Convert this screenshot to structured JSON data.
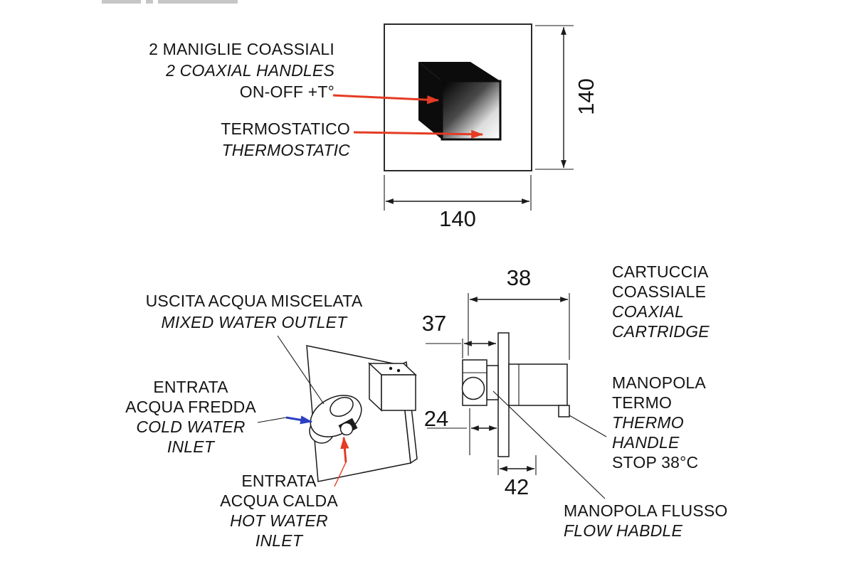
{
  "colors": {
    "ink": "#1a1a1a",
    "arrow_red": "#e53b24",
    "arrow_blue": "#2b3fc4"
  },
  "front_view": {
    "labels": {
      "handles_it": "2 MANIGLIE COASSIALI",
      "handles_en": "2 COAXIAL HANDLES",
      "on_off": "ON-OFF +T°",
      "thermostatic_it": "TERMOSTATICO",
      "thermostatic_en": "THERMOSTATIC"
    },
    "dim_height": "140",
    "dim_width": "140"
  },
  "perspective_view": {
    "labels": {
      "mixed_outlet_it": "USCITA ACQUA MISCELATA",
      "mixed_outlet_en": "MIXED WATER OUTLET",
      "cold_line1": "ENTRATA",
      "cold_line2": "ACQUA FREDDA",
      "cold_line3": "COLD WATER",
      "cold_line4": "INLET",
      "hot_line1": "ENTRATA",
      "hot_line2": "ACQUA CALDA",
      "hot_line3": "HOT WATER",
      "hot_line4": "INLET"
    }
  },
  "side_view": {
    "dims": {
      "width": "38",
      "handle_depth": "37",
      "inner_depth": "24",
      "body_depth": "42"
    },
    "labels": {
      "cartridge_line1": "CARTUCCIA",
      "cartridge_line2": "COASSIALE",
      "cartridge_line3": "COAXIAL",
      "cartridge_line4": "CARTRIDGE",
      "thermo_line1": "MANOPOLA",
      "thermo_line2": "TERMO",
      "thermo_line3": "THERMO",
      "thermo_line4": "HANDLE",
      "thermo_line5": "STOP 38°C",
      "flow_line1": "MANOPOLA FLUSSO",
      "flow_line2": "FLOW HABDLE"
    }
  }
}
